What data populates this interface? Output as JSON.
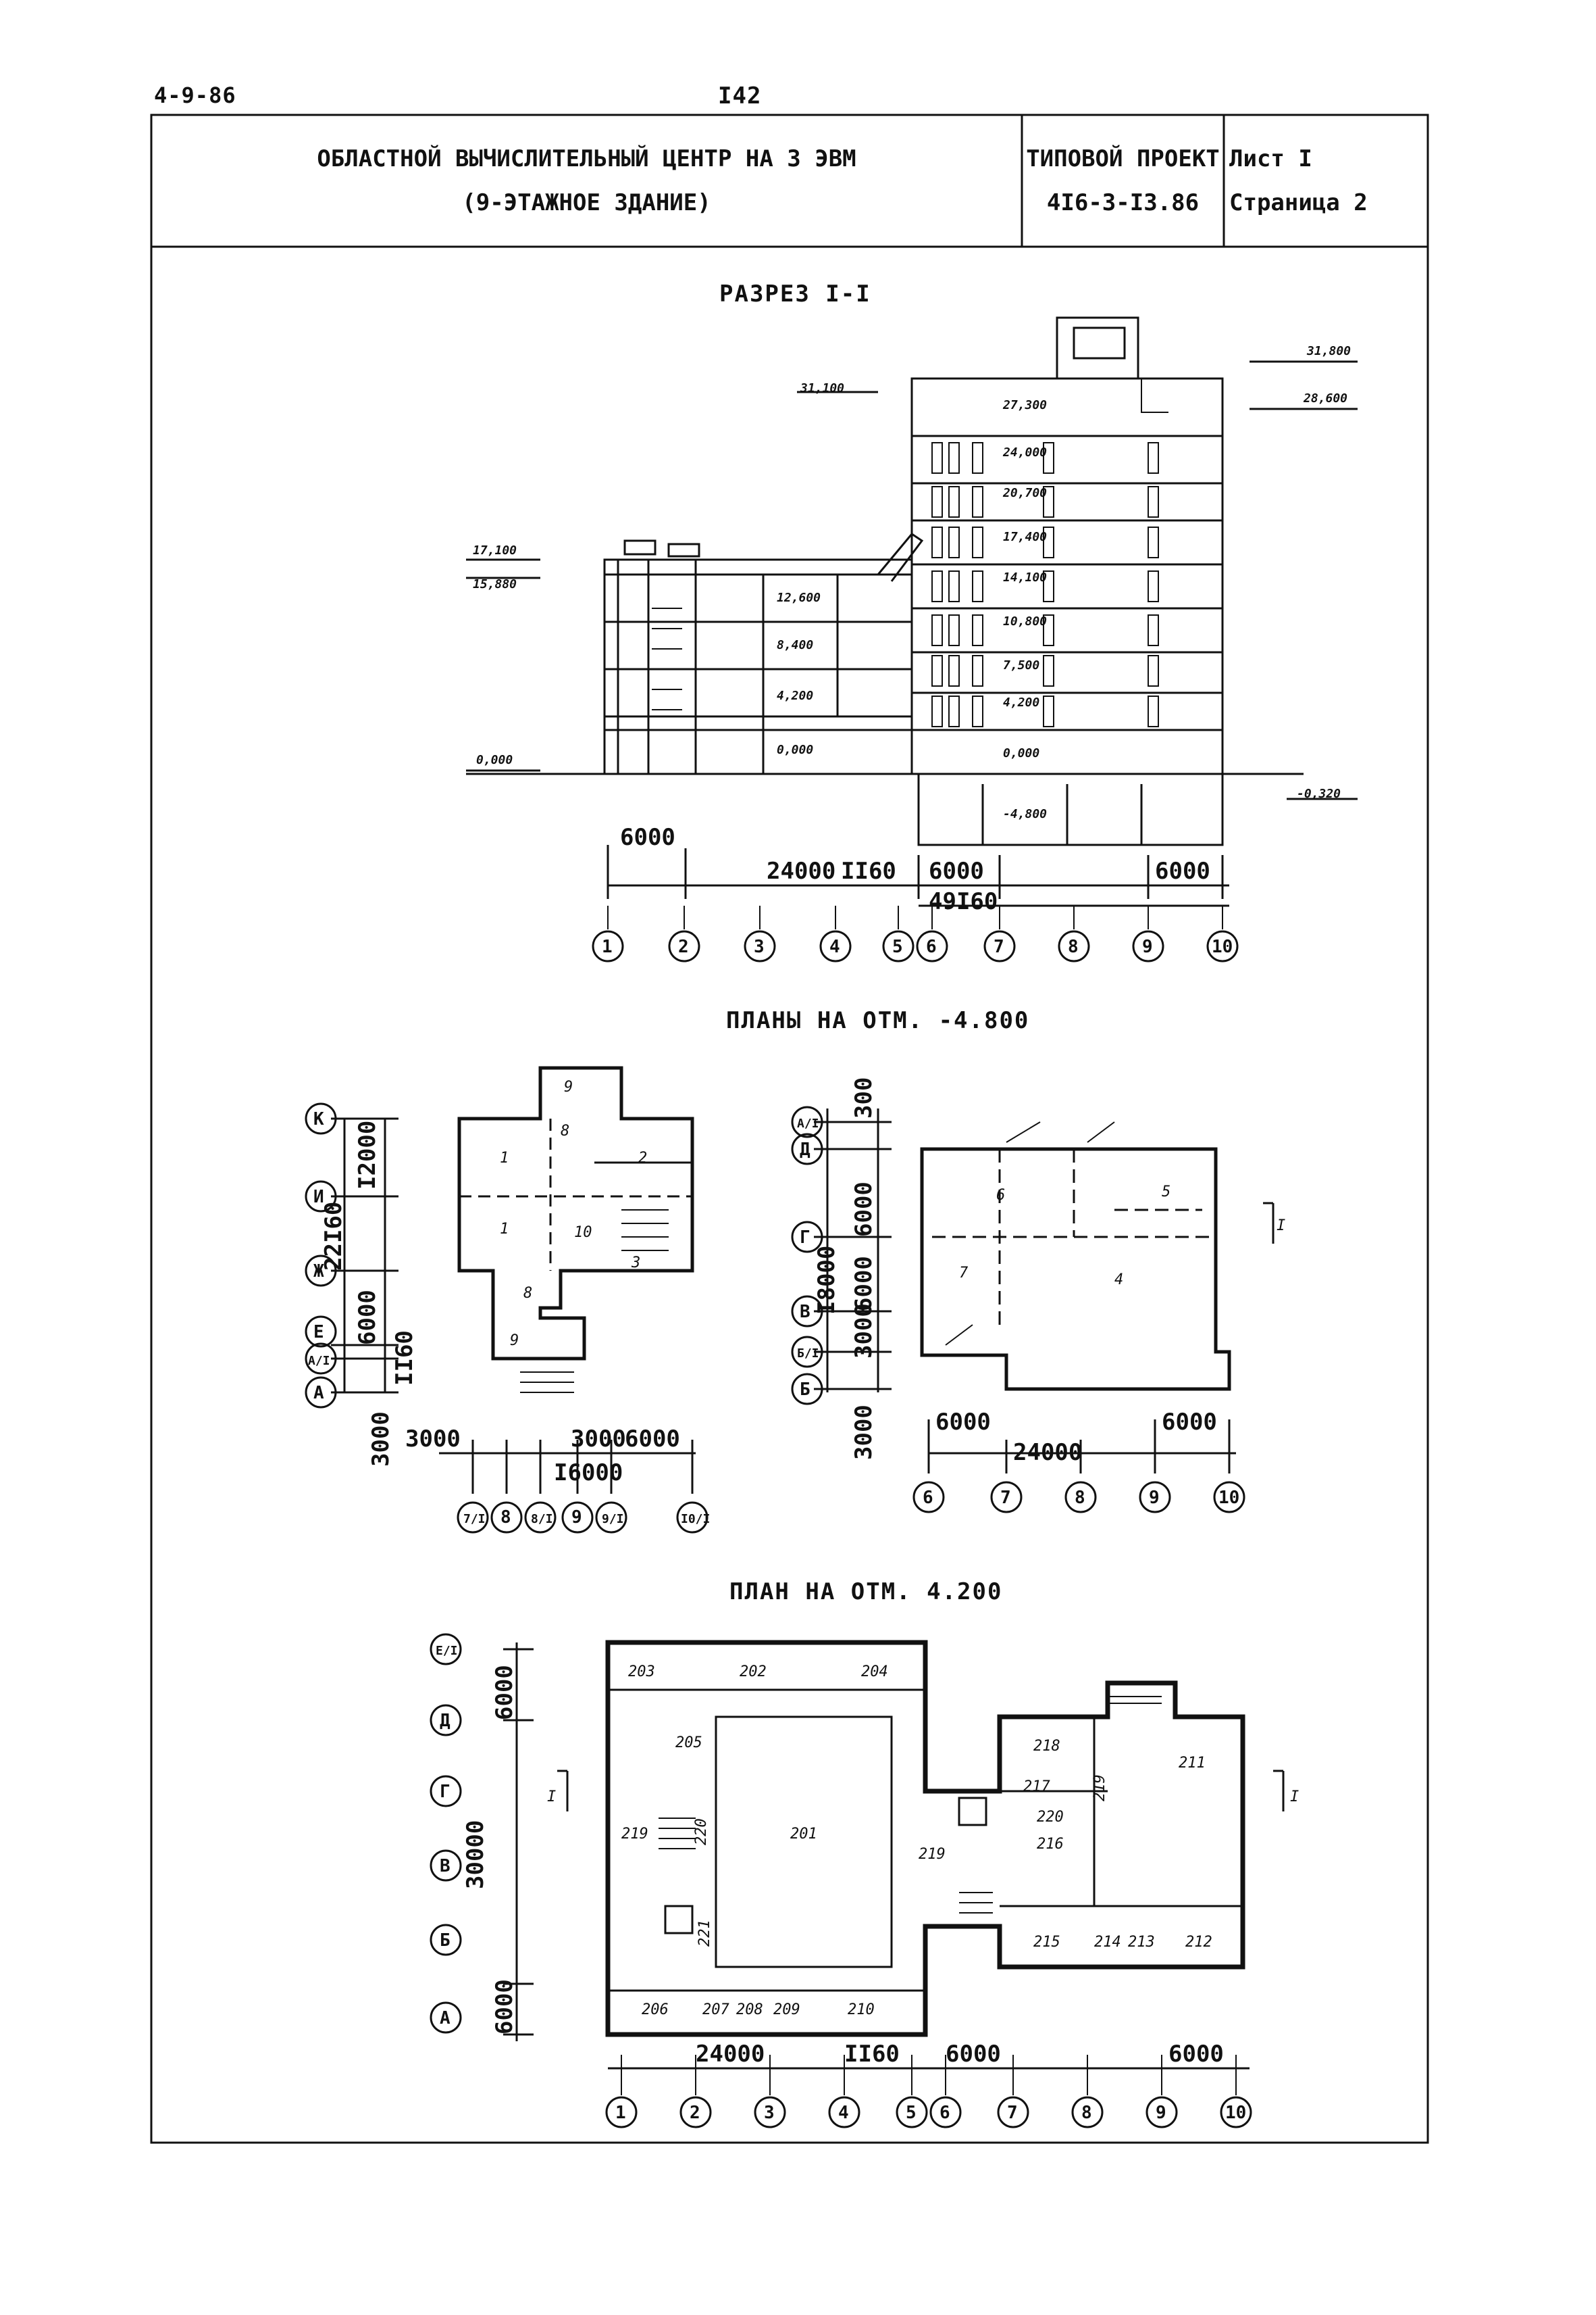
{
  "page": {
    "code": "4-9-86",
    "number": "I42"
  },
  "title_block": {
    "title_line1": "ОБЛАСТНОЙ ВЫЧИСЛИТЕЛЬНЫЙ ЦЕНТР НА 3 ЭВМ",
    "title_line2": "(9-ЭТАЖНОЕ ЗДАНИЕ)",
    "project_label": "ТИПОВОЙ ПРОЕКТ",
    "project_number": "4I6-3-I3.86",
    "sheet": "Лист I",
    "page": "Страница 2"
  },
  "section": {
    "title": "РАЗРЕЗ I-I",
    "elevations_left": [
      "17,100",
      "15,880",
      "0,000"
    ],
    "elevations_inner": [
      "12,600",
      "8,400",
      "4,200",
      "0,000"
    ],
    "elevations_tower": [
      "31,100",
      "27,300",
      "24,000",
      "20,700",
      "17,400",
      "14,100",
      "10,800",
      "7,500",
      "4,200",
      "0,000",
      "-4,800"
    ],
    "elevations_right": [
      "31,800",
      "28,600",
      "-0,320"
    ],
    "dims": [
      "6000",
      "24000",
      "II60",
      "6000",
      "49I60",
      "6000"
    ],
    "axes": [
      "1",
      "2",
      "3",
      "4",
      "5",
      "6",
      "7",
      "8",
      "9",
      "10"
    ]
  },
  "basement": {
    "title": "ПЛАНЫ НА ОТМ. -4.800",
    "left_axes_rows": [
      "К",
      "И",
      "Ж",
      "Е",
      "А/I",
      "А"
    ],
    "left_dims_v": [
      "I2000",
      "22I60",
      "6000",
      "II60",
      "3000"
    ],
    "left_dims_h": [
      "3000",
      "3000",
      "6000",
      "I6000"
    ],
    "left_axes_cols": [
      "7/I",
      "8",
      "8/I",
      "9",
      "9/I",
      "I0/I"
    ],
    "left_rooms": [
      "9",
      "8",
      "1",
      "2",
      "1",
      "10",
      "3",
      "8",
      "9"
    ],
    "right_axes_rows": [
      "А/I",
      "Д",
      "Г",
      "В",
      "Б/I",
      "Б"
    ],
    "right_dims_v": [
      "300",
      "6000",
      "6000",
      "I8000",
      "3000",
      "3000"
    ],
    "right_dims_h": [
      "6000",
      "24000",
      "6000"
    ],
    "right_axes_cols": [
      "6",
      "7",
      "8",
      "9",
      "10"
    ],
    "right_rooms": [
      "6",
      "5",
      "7",
      "4"
    ],
    "cut_mark": "I"
  },
  "plan_4200": {
    "title": "ПЛАН НА ОТМ. 4.200",
    "axes_rows": [
      "Е/I",
      "Д",
      "Г",
      "В",
      "Б",
      "А"
    ],
    "dims_v": [
      "6000",
      "30000",
      "6000"
    ],
    "dims_h": [
      "24000",
      "II60",
      "6000",
      "6000"
    ],
    "axes_cols": [
      "1",
      "2",
      "3",
      "4",
      "5",
      "6",
      "7",
      "8",
      "9",
      "10"
    ],
    "rooms": [
      "203",
      "202",
      "204",
      "205",
      "201",
      "219",
      "220",
      "221",
      "206",
      "207",
      "208",
      "209",
      "210",
      "218",
      "217",
      "220",
      "216",
      "219",
      "211",
      "215",
      "214",
      "213",
      "212",
      "219"
    ],
    "cut_mark": "I"
  }
}
